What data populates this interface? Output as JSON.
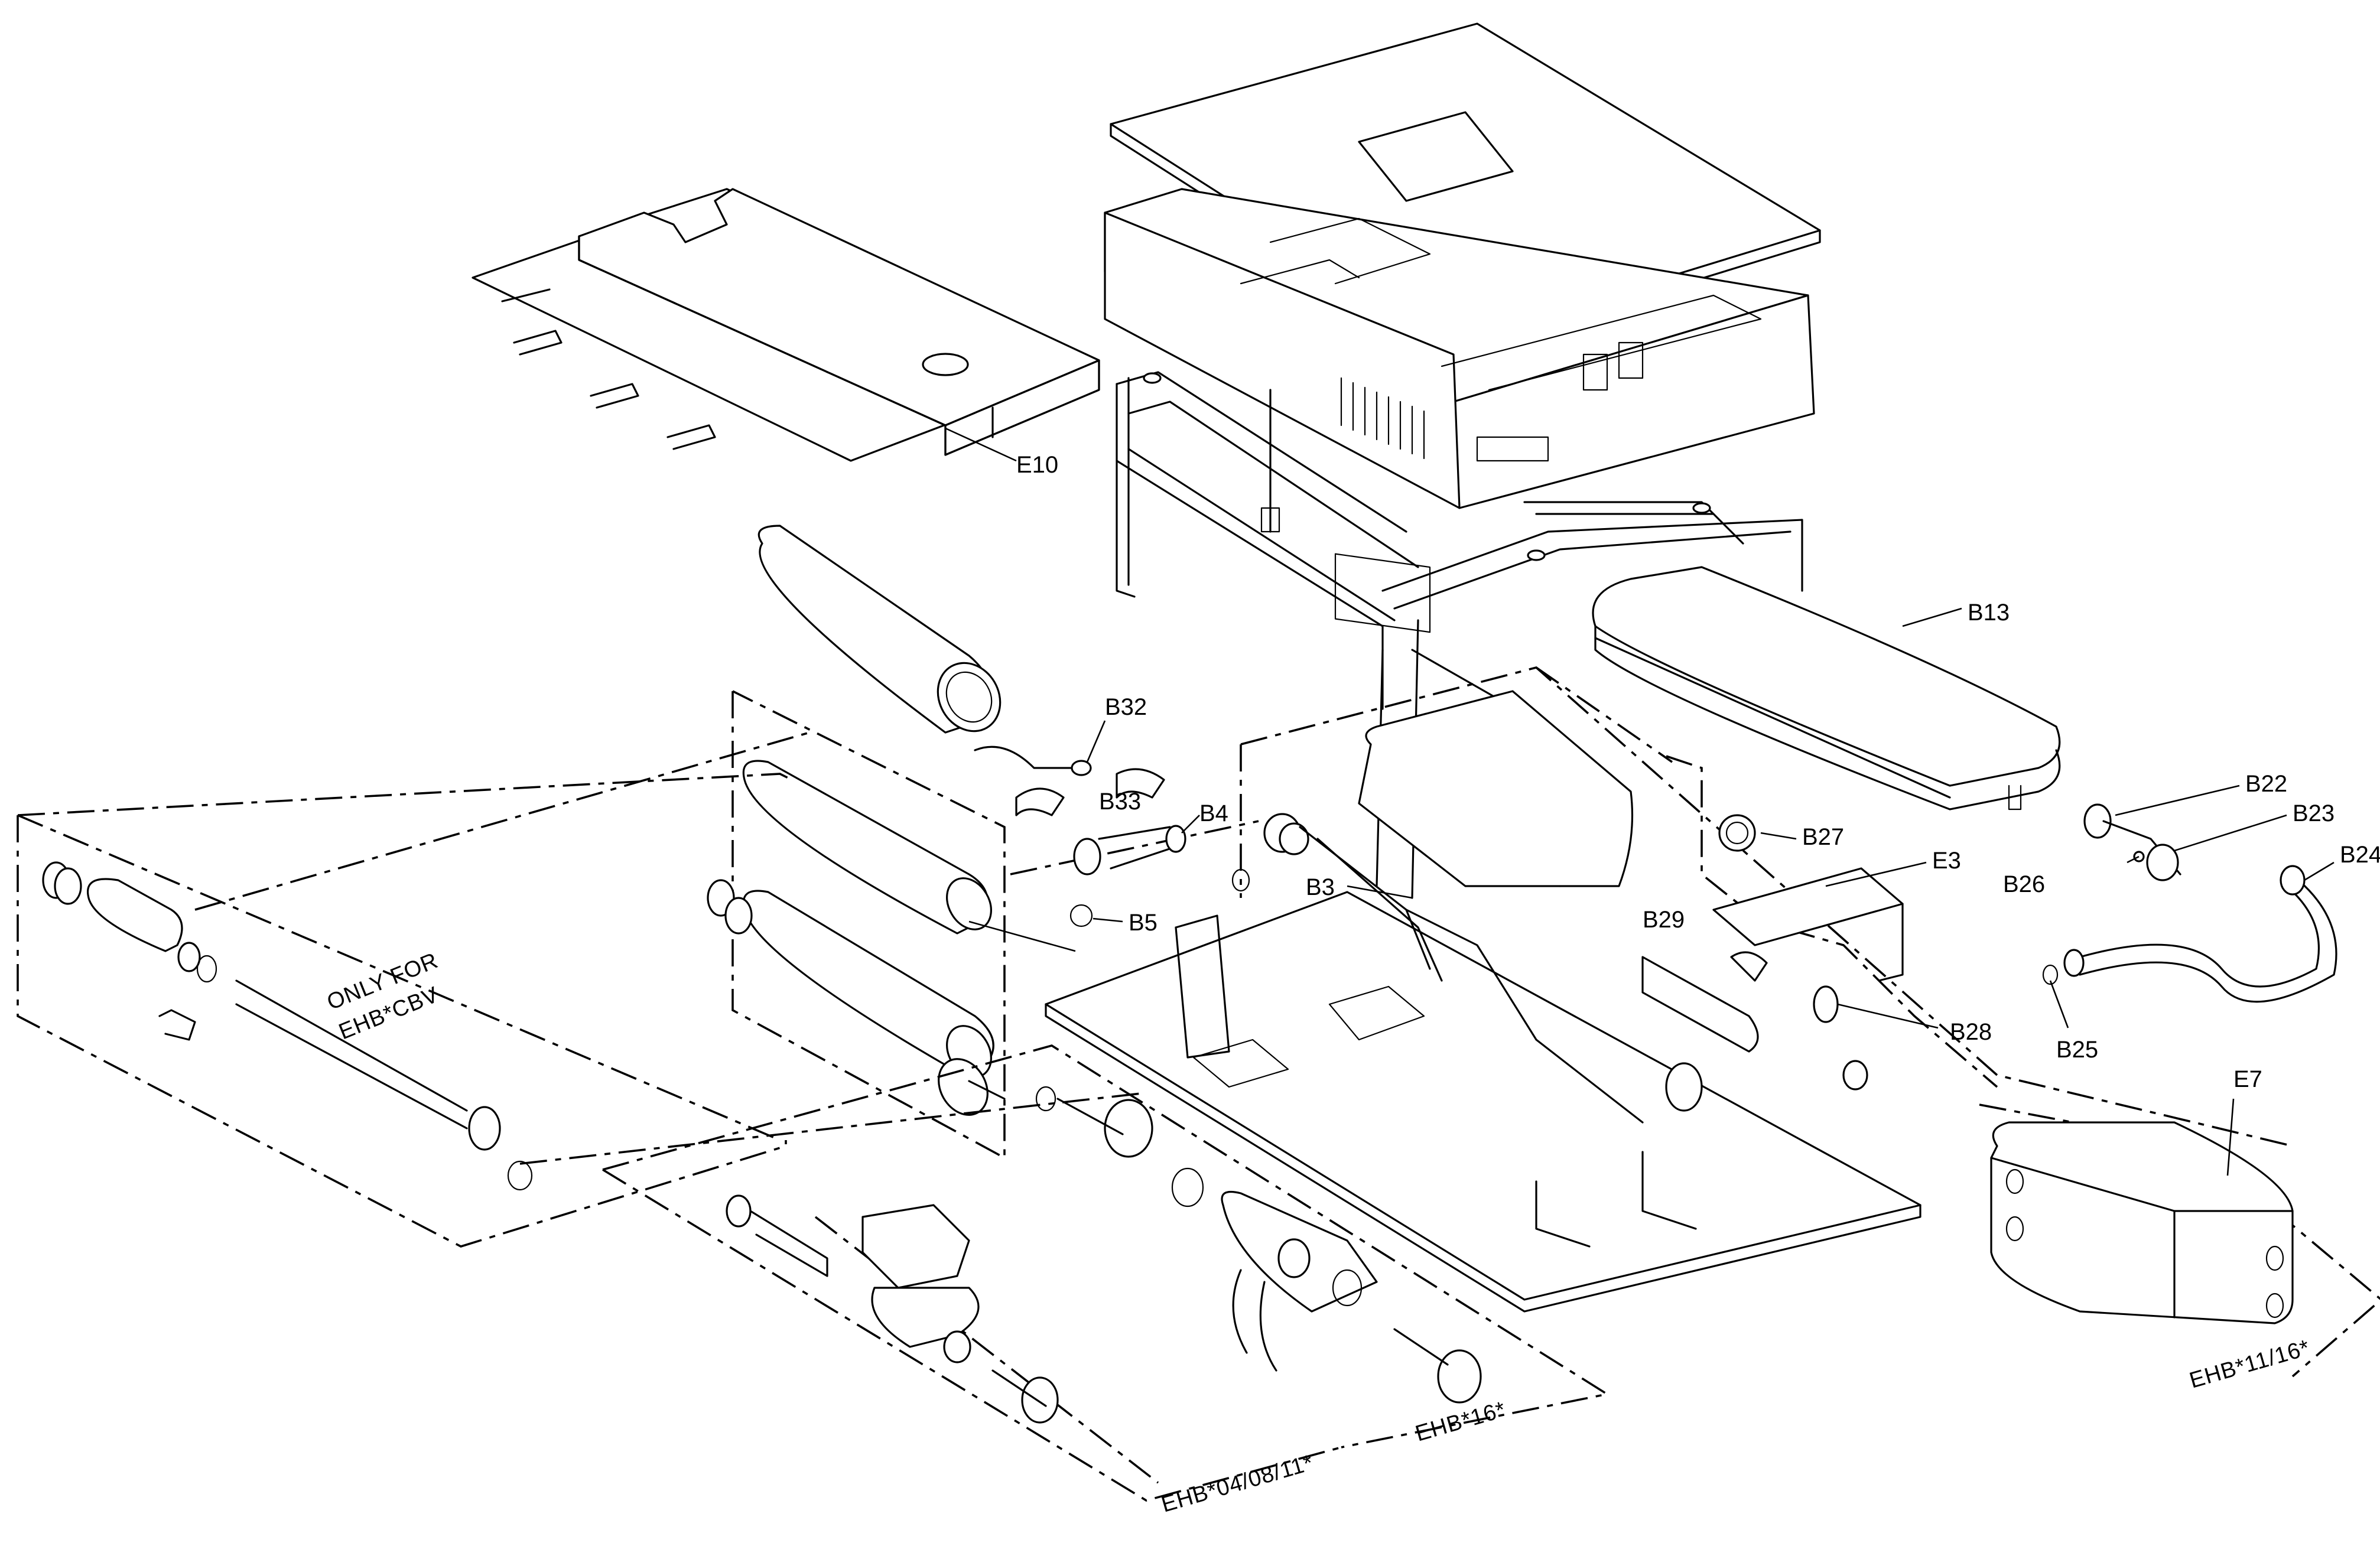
{
  "diagram": {
    "labels": {
      "E10": "E10",
      "B13": "B13",
      "B32": "B32",
      "B33": "B33",
      "B4": "B4",
      "B5": "B5",
      "B3": "B3",
      "B27": "B27",
      "E3": "E3",
      "B29": "B29",
      "B28": "B28",
      "B22": "B22",
      "B23": "B23",
      "B24": "B24",
      "B26": "B26",
      "B25": "B25",
      "E7": "E7"
    },
    "notes": {
      "only_for_line1": "ONLY FOR",
      "only_for_line2": "EHB*CBV",
      "variant_04_08_11": "EHB*04/08/11*",
      "variant_16": "EHB*16*",
      "variant_11_16": "EHB*11/16*"
    }
  }
}
